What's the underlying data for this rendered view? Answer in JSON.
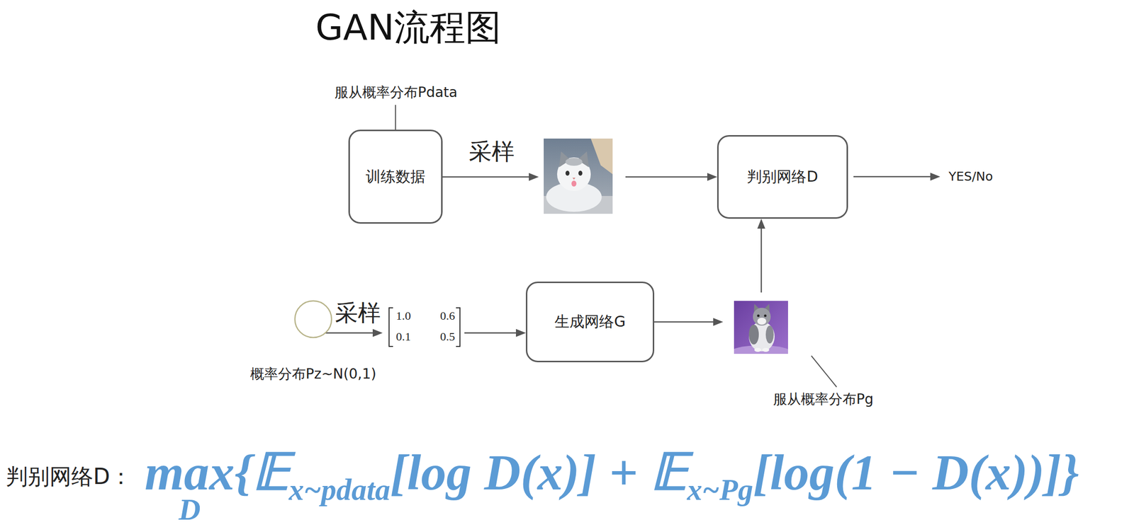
{
  "diagram": {
    "title": "GAN流程图",
    "nodes": [
      {
        "text": [
          "训练数据"
        ]
      },
      {
        "text": [
          "判别网络D"
        ]
      },
      {
        "text": [
          "概率分布Pz~N(0,1)"
        ]
      },
      {
        "text": [
          "生成网络G"
        ]
      }
    ],
    "edges": [
      {
        "from": 0,
        "to": 1,
        "label": "采样",
        "arrow": "to"
      },
      {
        "from": 2,
        "to": 3,
        "label": "采样",
        "arrow": "to"
      },
      {
        "from": 3,
        "to": 1,
        "arrow": "to"
      }
    ],
    "labels": [
      "服从概率分布Pdata",
      "1.0",
      "0.6",
      "0.1",
      "0.5",
      "YES/No",
      "服从概率分布Pg",
      "判别网络D：",
      "max",
      "D",
      "{𝔼",
      "x~pdata",
      "[log D(x)] + 𝔼",
      "x~Pg",
      "[log(1 − D(x))]}"
    ]
  }
}
